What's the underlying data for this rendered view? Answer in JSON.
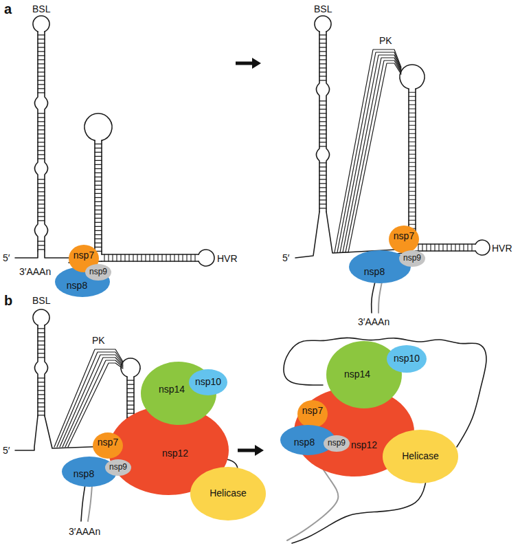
{
  "diagram": {
    "nodes": [
      {
        "text": [
          "nsp7"
        ]
      },
      {
        "text": [
          "nsp8"
        ]
      },
      {
        "text": [
          "nsp9"
        ]
      },
      {
        "text": [
          "nsp7"
        ]
      },
      {
        "text": [
          "nsp8"
        ]
      },
      {
        "text": [
          "nsp9"
        ]
      },
      {
        "text": [
          "nsp14"
        ]
      },
      {
        "text": [
          "nsp10"
        ]
      },
      {
        "text": [
          "nsp12"
        ]
      },
      {
        "text": [
          "nsp7"
        ]
      },
      {
        "text": [
          "nsp8"
        ]
      },
      {
        "text": [
          "nsp9"
        ]
      },
      {
        "text": [
          "Helicase"
        ]
      },
      {
        "text": [
          "nsp14"
        ]
      },
      {
        "text": [
          "nsp10"
        ]
      },
      {
        "text": [
          "nsp12"
        ]
      },
      {
        "text": [
          "nsp7"
        ]
      },
      {
        "text": [
          "nsp8"
        ]
      },
      {
        "text": [
          "nsp9"
        ]
      },
      {
        "text": [
          "Helicase"
        ]
      }
    ],
    "labels": [
      "a",
      "BSL",
      "5′",
      "3′AAAn",
      "HVR",
      "BSL",
      "PK",
      "5′",
      "HVR",
      "3′AAAn",
      "b",
      "BSL",
      "PK",
      "5′",
      "3′AAAn"
    ]
  }
}
